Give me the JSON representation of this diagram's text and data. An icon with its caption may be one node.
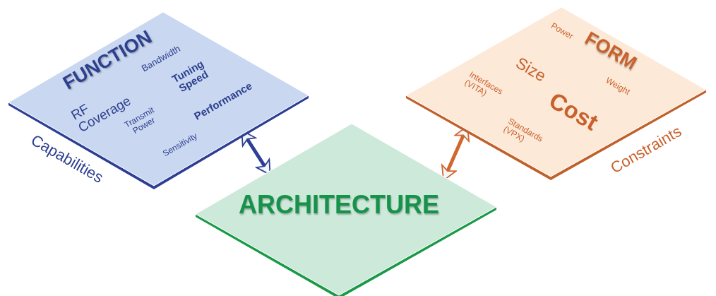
{
  "diagram": {
    "nodes": [
      {
        "text": [
          "FUNCTION",
          "Bandwidth",
          "RF Coverage",
          "Tuning Speed",
          "Transmit Power",
          "Performance",
          "Sensitivity"
        ],
        "beside": [
          "Capabilities"
        ]
      },
      {
        "text": [
          "FORM",
          "Power",
          "Size",
          "Weight",
          "Interfaces (VITA)",
          "Cost",
          "Standards (VPX)"
        ],
        "beside": [
          "Constraints"
        ]
      },
      {
        "text": [
          "ARCHITECTURE"
        ]
      }
    ],
    "edges": [
      {
        "from": 0,
        "to": 2,
        "arrow": "both",
        "color": "#2d3f94"
      },
      {
        "from": 1,
        "to": 2,
        "arrow": "both",
        "color": "#d0682e"
      }
    ]
  }
}
